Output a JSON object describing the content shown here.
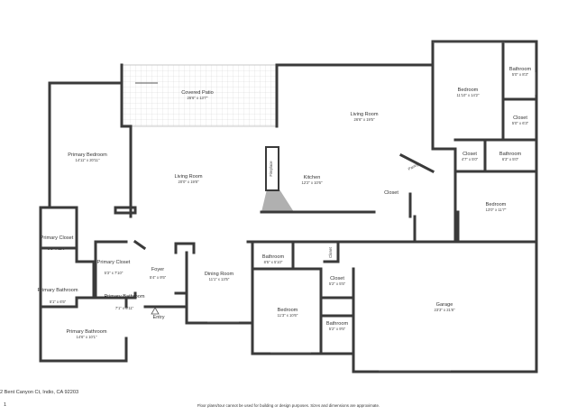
{
  "rooms": {
    "covered_patio": {
      "name": "Covered Patio",
      "dims": "26'6\" x 13'7\""
    },
    "living_room_east": {
      "name": "Living Room",
      "dims": "26'6\" x 19'5\""
    },
    "bedroom_ne": {
      "name": "Bedroom",
      "dims": "11'10\" x 14'2\""
    },
    "bathroom_ne": {
      "name": "Bathroom",
      "dims": "5'0\" x 8'3\""
    },
    "closet_ne": {
      "name": "Closet",
      "dims": "5'0\" x 6'3\""
    },
    "primary_bedroom": {
      "name": "Primary Bedroom",
      "dims": "14'11\" x 20'11\""
    },
    "living_room_west": {
      "name": "Living Room",
      "dims": "20'0\" x 19'8\""
    },
    "kitchen": {
      "name": "Kitchen",
      "dims": "12'2\" x 10'6\""
    },
    "fireplace": {
      "name": "Fireplace"
    },
    "pantry": {
      "name": "Pantry"
    },
    "closet_kitchen": {
      "name": "Closet"
    },
    "closet_east": {
      "name": "Closet",
      "dims": "4'7\" x 5'0\""
    },
    "bathroom_east": {
      "name": "Bathroom",
      "dims": "6'3\" x 5'0\""
    },
    "bedroom_east": {
      "name": "Bedroom",
      "dims": "13'0\" x 11'7\""
    },
    "primary_closet": {
      "name": "Primary Closet",
      "dims": "5'1\" x 11'0\""
    },
    "primary_closet_2": {
      "name": "Primary Closet",
      "dims": "5'3\" x 7'10\""
    },
    "foyer": {
      "name": "Foyer",
      "dims": "5'4\" x 9'5\""
    },
    "dining_room": {
      "name": "Dining Room",
      "dims": "11'1\" x 13'5\""
    },
    "bathroom_mid": {
      "name": "Bathroom",
      "dims": "8'5\" x 5'10\""
    },
    "closet_hall": {
      "name": "Closet"
    },
    "closet_mid": {
      "name": "Closet",
      "dims": "5'2\" x 5'5\""
    },
    "bedroom_mid": {
      "name": "Bedroom",
      "dims": "11'3\" x 10'6\""
    },
    "bathroom_small": {
      "name": "Bathroom",
      "dims": "5'2\" x 9'5\""
    },
    "garage": {
      "name": "Garage",
      "dims": "23'3\" x 21'8\""
    },
    "primary_bathroom_small": {
      "name": "Primary Bathroom",
      "dims": "5'1\" x 6'5\""
    },
    "primary_bathroom_wc": {
      "name": "Primary Bathroom",
      "dims": "7'1\" x 3'11\""
    },
    "primary_bathroom": {
      "name": "Primary Bathroom",
      "dims": "14'6\" x 10'1\""
    }
  },
  "entry_label": "Entry",
  "footer": {
    "address": "2 Bent Canyon Ct, Indio, CA 92203",
    "page": "1",
    "disclaimer": "Floor plans/tour cannot be used for building or design purposes. Sizes and dimensions are approximate."
  }
}
